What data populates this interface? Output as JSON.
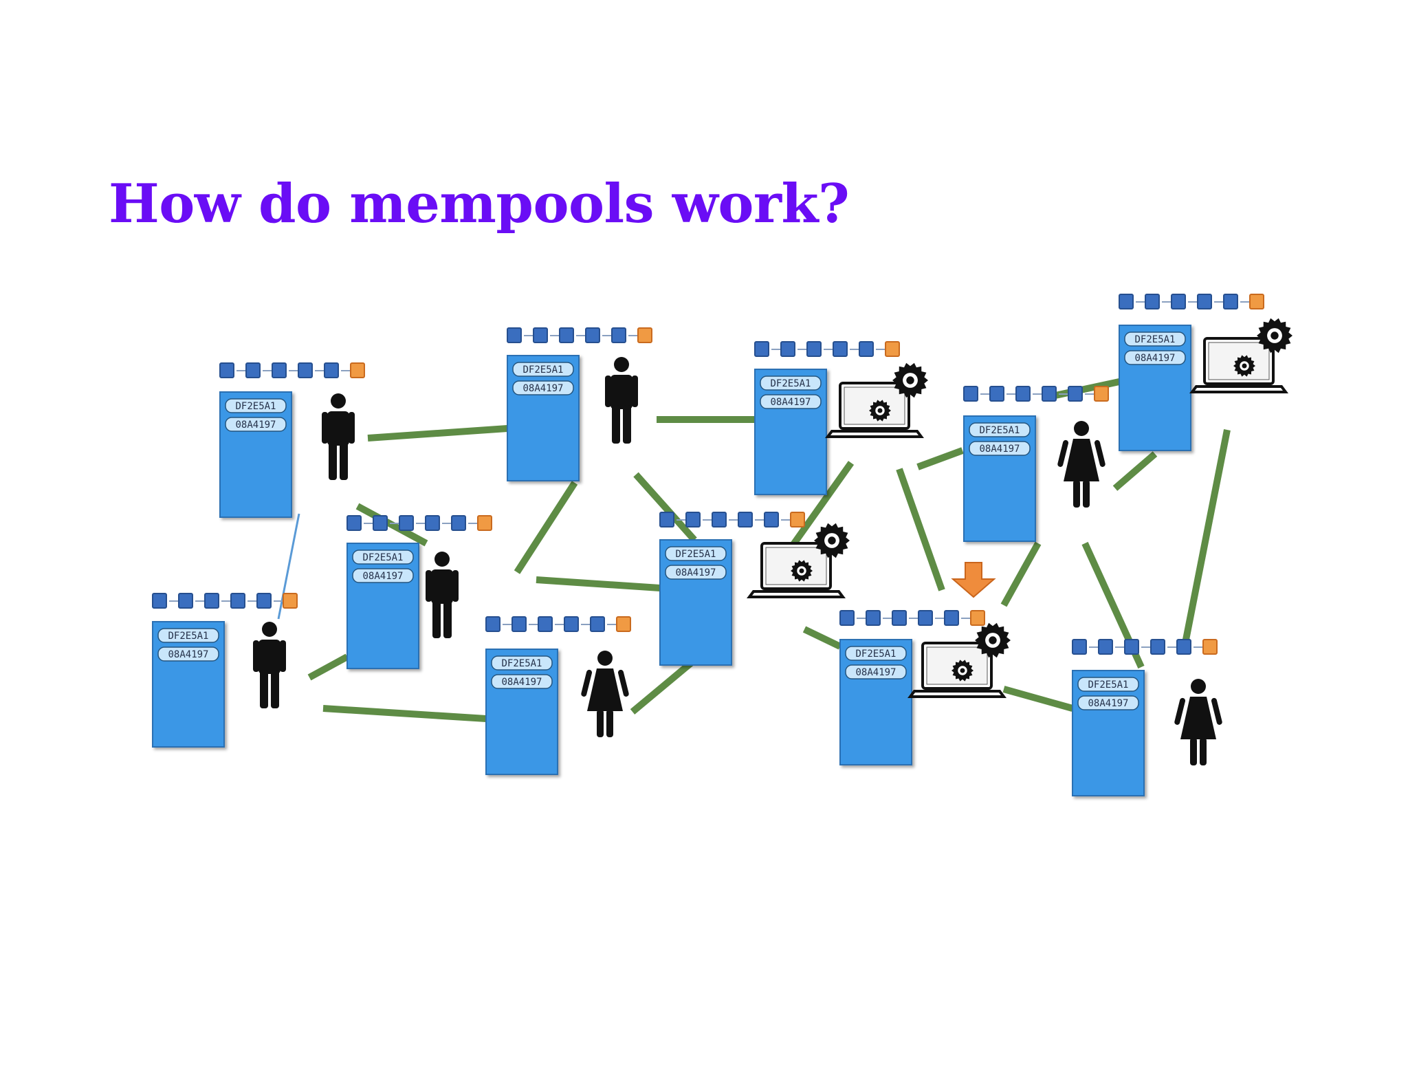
{
  "title": "How do mempools work?",
  "mempool_entries": [
    "DF2E5A1",
    "08A4197"
  ],
  "colors": {
    "title": "#6a0df5",
    "mempool_box": "#3b97e6",
    "mempool_border": "#2a6fb3",
    "block": "#3a6ebf",
    "pending_block": "#f09a43",
    "link": "#5e8c45",
    "arrow": "#ef8c3c",
    "figure": "#111111"
  },
  "nodes": [
    {
      "id": "node-1",
      "kind": "man"
    },
    {
      "id": "node-2",
      "kind": "man"
    },
    {
      "id": "node-3",
      "kind": "miner"
    },
    {
      "id": "node-4",
      "kind": "miner"
    },
    {
      "id": "node-5",
      "kind": "woman"
    },
    {
      "id": "node-6",
      "kind": "man"
    },
    {
      "id": "node-7",
      "kind": "miner"
    },
    {
      "id": "node-8",
      "kind": "man"
    },
    {
      "id": "node-9",
      "kind": "woman"
    },
    {
      "id": "node-10",
      "kind": "miner"
    },
    {
      "id": "node-11",
      "kind": "woman"
    }
  ],
  "icons": {
    "man": "man-icon",
    "woman": "woman-icon",
    "laptop": "laptop-icon",
    "gear": "gear-icon",
    "arrow": "down-arrow-icon"
  }
}
